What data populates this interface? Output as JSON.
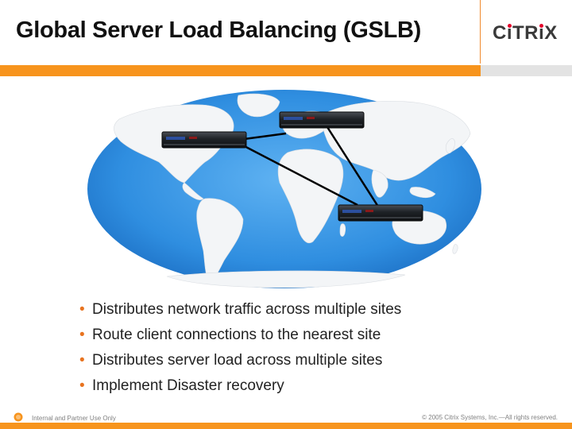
{
  "slide": {
    "title": "Global Server Load Balancing (GSLB)"
  },
  "logo": {
    "name": "CiTRiX",
    "accent_color": "#e4002b"
  },
  "map": {
    "ocean_color": "#2f8ee0",
    "land_color": "#f2f4f6",
    "server_color": "#1e2226",
    "link_color": "#000000"
  },
  "bullets": [
    "Distributes network traffic across multiple sites",
    "Route client connections to the nearest site",
    "Distributes server load across multiple sites",
    "Implement Disaster recovery"
  ],
  "footer": {
    "left": "Internal and Partner Use Only",
    "right": "© 2005 Citrix Systems, Inc.—All rights reserved.",
    "accent_color": "#f7941d"
  }
}
